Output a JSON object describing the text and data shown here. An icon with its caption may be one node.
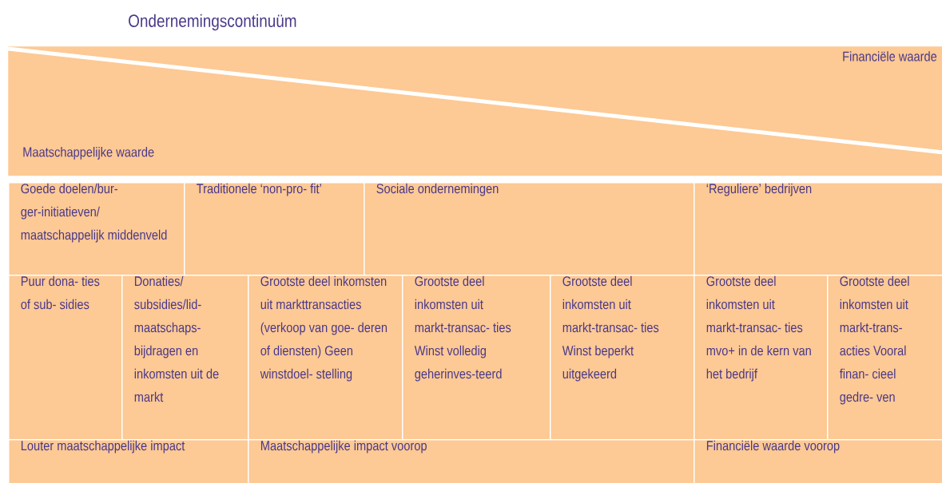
{
  "diagram": {
    "title": "Ondernemingscontinuüm",
    "nodes": [
      {
        "text": [
          "Financiële waarde",
          "Maatschappelijke waarde"
        ]
      },
      {
        "text": [
          "Goede doelen/bur- ger-initiatieven/ maatschappelijk middenveld"
        ]
      },
      {
        "text": [
          "Traditionele ‘non-pro- fit’"
        ]
      },
      {
        "text": [
          "Sociale ondernemingen"
        ]
      },
      {
        "text": [
          "‘Reguliere’ bedrijven"
        ]
      },
      {
        "text": [
          "Puur dona- ties of sub- sidies"
        ]
      },
      {
        "text": [
          "Donaties/ subsidies/lid- maatschaps- bijdragen en inkomsten uit de markt"
        ]
      },
      {
        "text": [
          "Grootste deel inkomsten uit markttransacties (verkoop van goe- deren of diensten) Geen winstdoel- stelling"
        ]
      },
      {
        "text": [
          "Grootste deel inkomsten uit markt-transac- ties Winst volledig geherinves-teerd"
        ]
      },
      {
        "text": [
          "Grootste deel inkomsten uit markt-transac- ties Winst beperkt uitgekeerd"
        ]
      },
      {
        "text": [
          "Grootste deel inkomsten uit markt-transac- ties mvo+ in de kern van het bedrijf"
        ]
      },
      {
        "text": [
          "Grootste deel inkomsten uit markt-trans- acties Vooral finan- cieel gedre- ven"
        ]
      },
      {
        "text": [
          "Louter maatschappelijke impact"
        ]
      },
      {
        "text": [
          "Maatschappelijke impact voorop"
        ]
      },
      {
        "text": [
          "Financiële waarde voorop"
        ]
      }
    ]
  }
}
